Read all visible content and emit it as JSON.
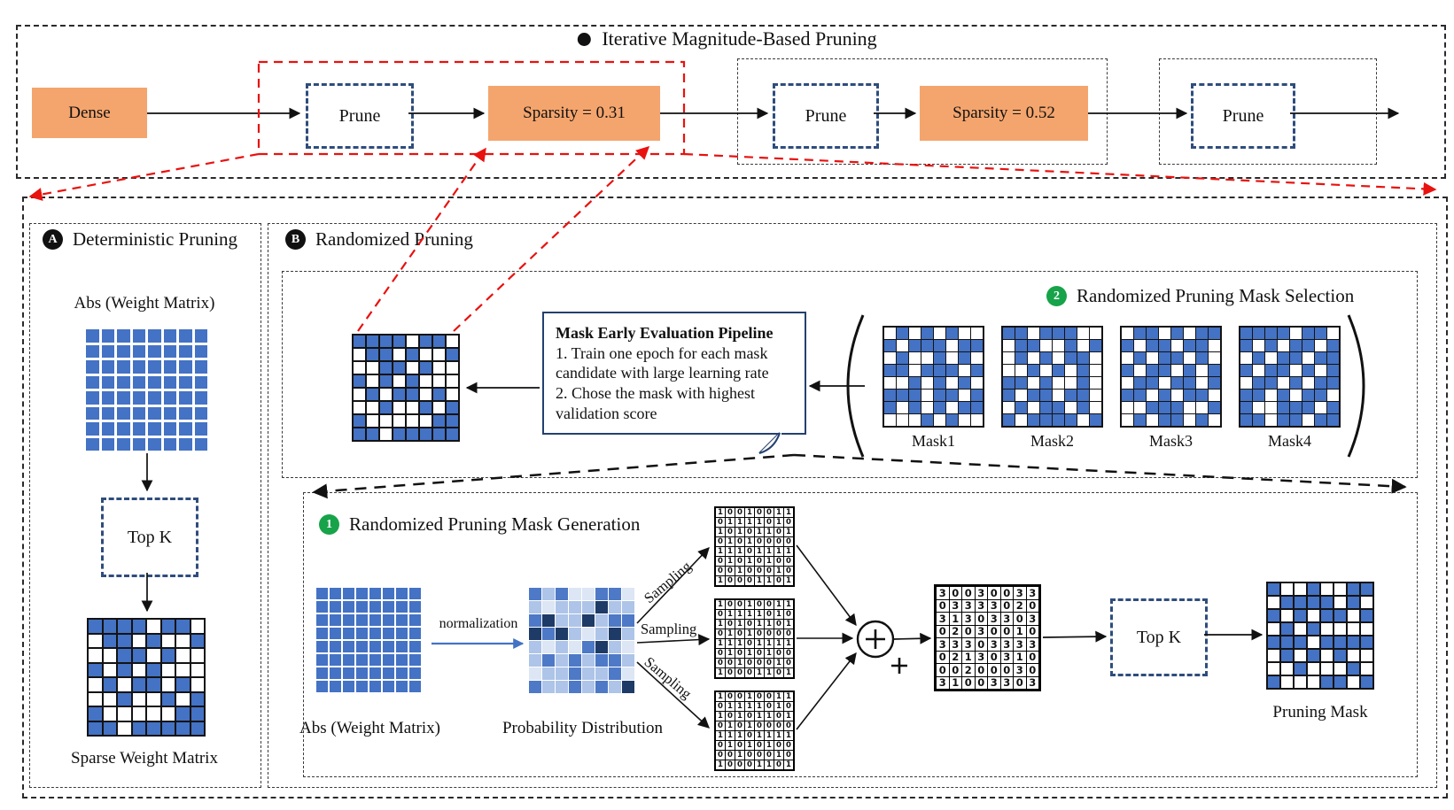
{
  "colors": {
    "orange": "#f4a56d",
    "cell_blue": "#4472c4",
    "navy_dashed_border": "#2f4d7d",
    "eval_box_border": "#24406e",
    "red_accent": "#e8120f",
    "green_badge": "#17a349",
    "prob_shades": [
      "#dce6f5",
      "#aec4e8",
      "#4d79c7",
      "#1e3a66"
    ]
  },
  "top": {
    "title": "Iterative Magnitude-Based Pruning",
    "dense": "Dense",
    "prune": "Prune",
    "sparsity1": "Sparsity = 0.31",
    "sparsity2": "Sparsity = 0.52"
  },
  "panelA": {
    "badge": "A",
    "title": "Deterministic Pruning",
    "abs_label": "Abs (Weight Matrix)",
    "topk": "Top K",
    "sparse_label": "Sparse Weight Matrix"
  },
  "panelB": {
    "badge": "B",
    "title": "Randomized Pruning",
    "selection": {
      "badge": "2",
      "title": "Randomized Pruning Mask Selection",
      "pipeline": {
        "title": "Mask Early Evaluation Pipeline",
        "step1": "1. Train one epoch for each mask candidate with large learning rate",
        "step2": "2. Chose the mask with highest validation score"
      },
      "masks": [
        {
          "label": "Mask1"
        },
        {
          "label": "Mask2"
        },
        {
          "label": "Mask3"
        },
        {
          "label": "Mask4"
        }
      ]
    },
    "generation": {
      "badge": "1",
      "title": "Randomized Pruning Mask Generation",
      "abs_label": "Abs (Weight Matrix)",
      "normalization": "normalization",
      "prob_label": "Probability Distribution",
      "sampling": "Sampling",
      "topk": "Top K",
      "mask_label": "Pruning Mask"
    }
  },
  "grids": {
    "dense": [
      "11111111",
      "11111111",
      "11111111",
      "11111111",
      "11111111",
      "11111111",
      "11111111",
      "11111111"
    ],
    "sparse": [
      "11110110",
      "01101001",
      "00110100",
      "10101000",
      "01011010",
      "00100101",
      "10000011",
      "11011111"
    ],
    "selected": [
      "11110110",
      "01101001",
      "00110100",
      "10101000",
      "01011010",
      "00100101",
      "10000011",
      "11011111"
    ],
    "mask1": [
      "01010100",
      "10111011",
      "01001010",
      "11011101",
      "00101010",
      "11101101",
      "10101011",
      "00010100"
    ],
    "mask2": [
      "11011100",
      "01100101",
      "01010110",
      "00101010",
      "11010010",
      "10110110",
      "01011010",
      "10111101"
    ],
    "mask3": [
      "01101011",
      "10110110",
      "01011010",
      "10110101",
      "01101101",
      "11010110",
      "00111001",
      "01011010"
    ],
    "mask4": [
      "11110110",
      "10101101",
      "01011011",
      "10110101",
      "01101011",
      "11010110",
      "10011101",
      "11011011"
    ],
    "prob": [
      "21200220",
      "10111311",
      "23113122",
      "32310131",
      "10102310",
      "12121221",
      "01121120",
      "21121213"
    ],
    "binary": [
      "10010011",
      "01111010",
      "10101101",
      "01010000",
      "11101111",
      "01010100",
      "00100010",
      "10001101"
    ],
    "sum": [
      "30030033",
      "03333020",
      "31303303",
      "02030010",
      "33303333",
      "02130310",
      "00200030",
      "31003303"
    ],
    "pruning_mask": [
      "10010011",
      "01111010",
      "10101101",
      "01010000",
      "11101111",
      "01010100",
      "00100010",
      "10001101"
    ]
  }
}
